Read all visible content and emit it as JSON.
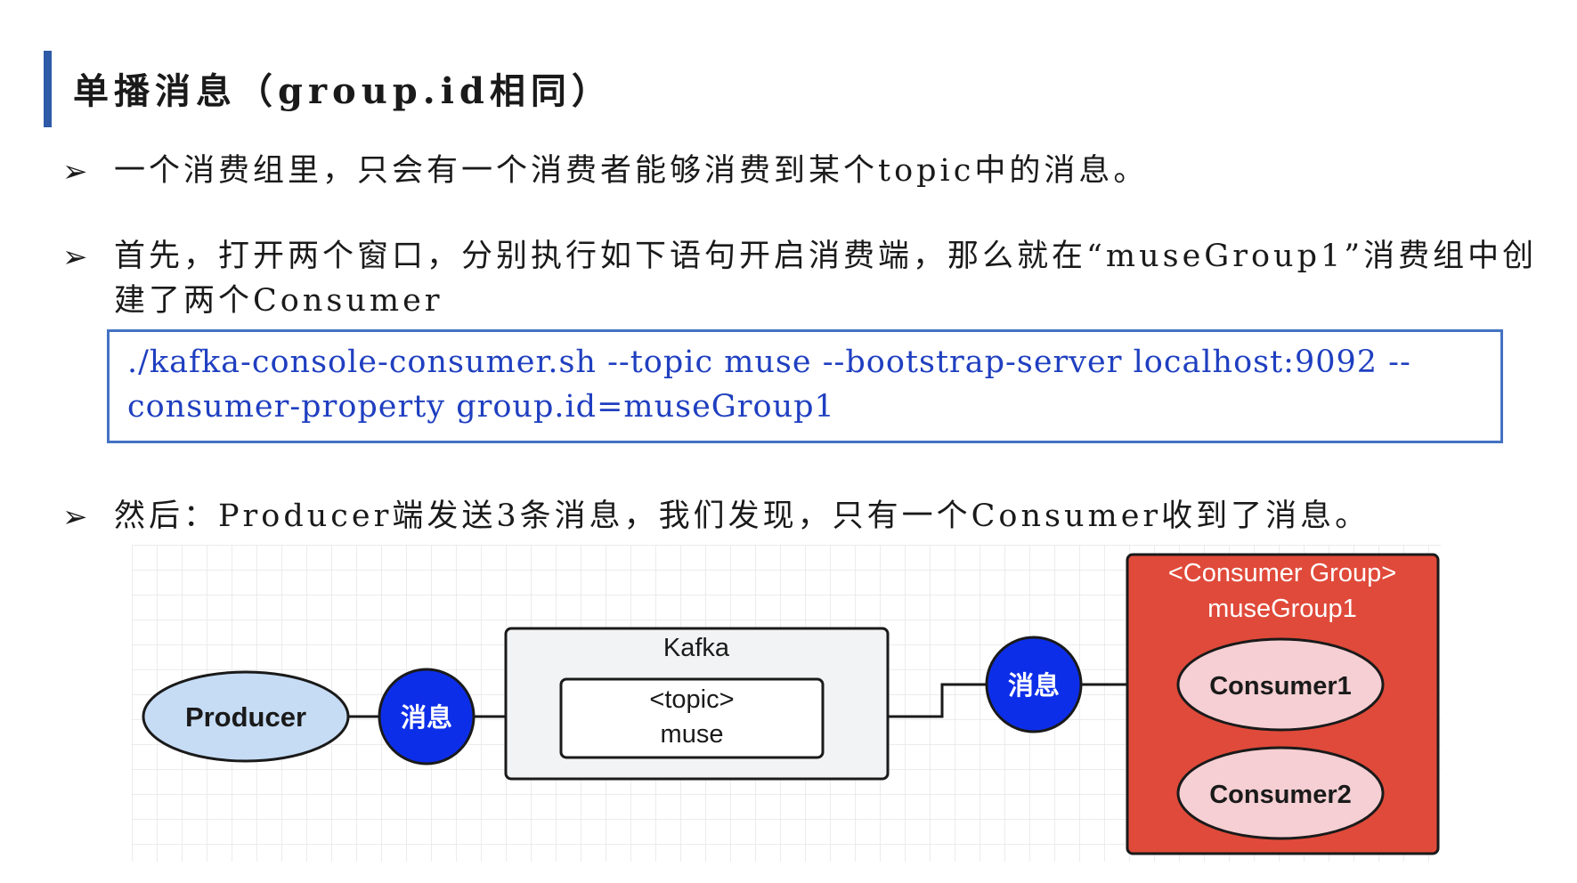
{
  "heading": {
    "title": "单播消息（group.id相同）"
  },
  "bullets": [
    {
      "symbol": "➢",
      "line1": "一个消费组里，只会有一个消费者能够消费到某个topic中的消息。"
    },
    {
      "symbol": "➢",
      "line1": "首先，打开两个窗口，分别执行如下语句开启消费端，那么就在“museGroup1”消费组中创",
      "line2": "建了两个Consumer"
    },
    {
      "symbol": "➢",
      "line1": "然后：Producer端发送3条消息，我们发现，只有一个Consumer收到了消息。"
    }
  ],
  "code": {
    "line1": "./kafka-console-consumer.sh  --topic  muse  --bootstrap-server  localhost:9092  --",
    "line2": "consumer-property  group.id=museGroup1"
  },
  "diagram": {
    "producer": "Producer",
    "message_left": "消息",
    "kafka_label": "Kafka",
    "topic_line1": "<topic>",
    "topic_line2": "muse",
    "message_right": "消息",
    "group_line1": "<Consumer Group>",
    "group_line2": "museGroup1",
    "consumer1": "Consumer1",
    "consumer2": "Consumer2",
    "colors": {
      "producer_fill": "#c6dcf5",
      "message_fill": "#0d2ee8",
      "kafka_fill": "#f2f3f4",
      "group_fill": "#e04a3a",
      "consumer_fill": "#f5cfd3",
      "grid": "#e6e6e6",
      "accent": "#2e5aa8"
    }
  }
}
